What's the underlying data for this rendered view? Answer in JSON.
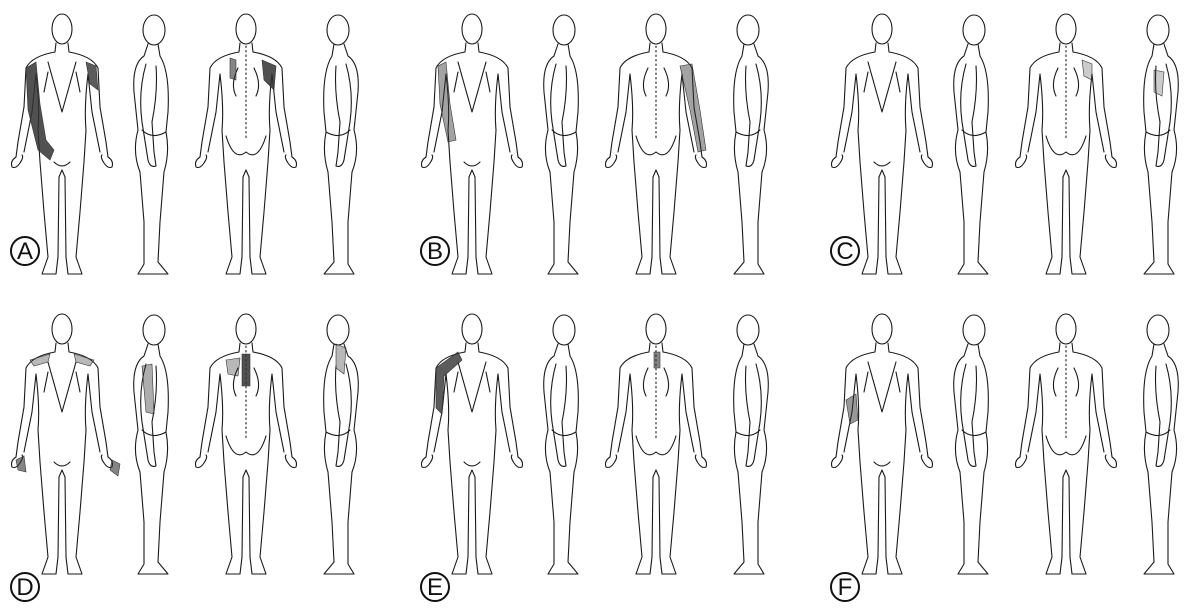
{
  "colors": {
    "ink": "#1a1a1a",
    "shade": "#333333",
    "background": "#ffffff"
  },
  "panels": [
    {
      "id": "panel-a",
      "label": "A",
      "views": [
        "front",
        "right-side",
        "back",
        "left-side"
      ],
      "shaded_regions": [
        "right-arm-front-full",
        "right-shoulder-front",
        "left-shoulder-back",
        "upper-back-left"
      ],
      "intensity": "dark"
    },
    {
      "id": "panel-b",
      "label": "B",
      "views": [
        "front",
        "right-side",
        "back",
        "left-side"
      ],
      "shaded_regions": [
        "right-arm-front-upper",
        "right-forearm-front",
        "right-arm-back"
      ],
      "intensity": "medium"
    },
    {
      "id": "panel-c",
      "label": "C",
      "views": [
        "front",
        "right-side",
        "back",
        "left-side"
      ],
      "shaded_regions": [
        "shoulder-back-light",
        "upper-arm-side-light"
      ],
      "intensity": "light"
    },
    {
      "id": "panel-d",
      "label": "D",
      "views": [
        "front",
        "right-side",
        "back",
        "left-side"
      ],
      "shaded_regions": [
        "shoulders-front",
        "hands-front",
        "arm-side",
        "neck-back",
        "shoulders-back",
        "neck-side"
      ],
      "intensity": "medium"
    },
    {
      "id": "panel-e",
      "label": "E",
      "views": [
        "front",
        "right-side",
        "back",
        "left-side"
      ],
      "shaded_regions": [
        "right-shoulder-front",
        "neck-back"
      ],
      "intensity": "dark"
    },
    {
      "id": "panel-f",
      "label": "F",
      "views": [
        "front",
        "right-side",
        "back",
        "left-side"
      ],
      "shaded_regions": [
        "right-upper-arm-front"
      ],
      "intensity": "medium"
    }
  ]
}
